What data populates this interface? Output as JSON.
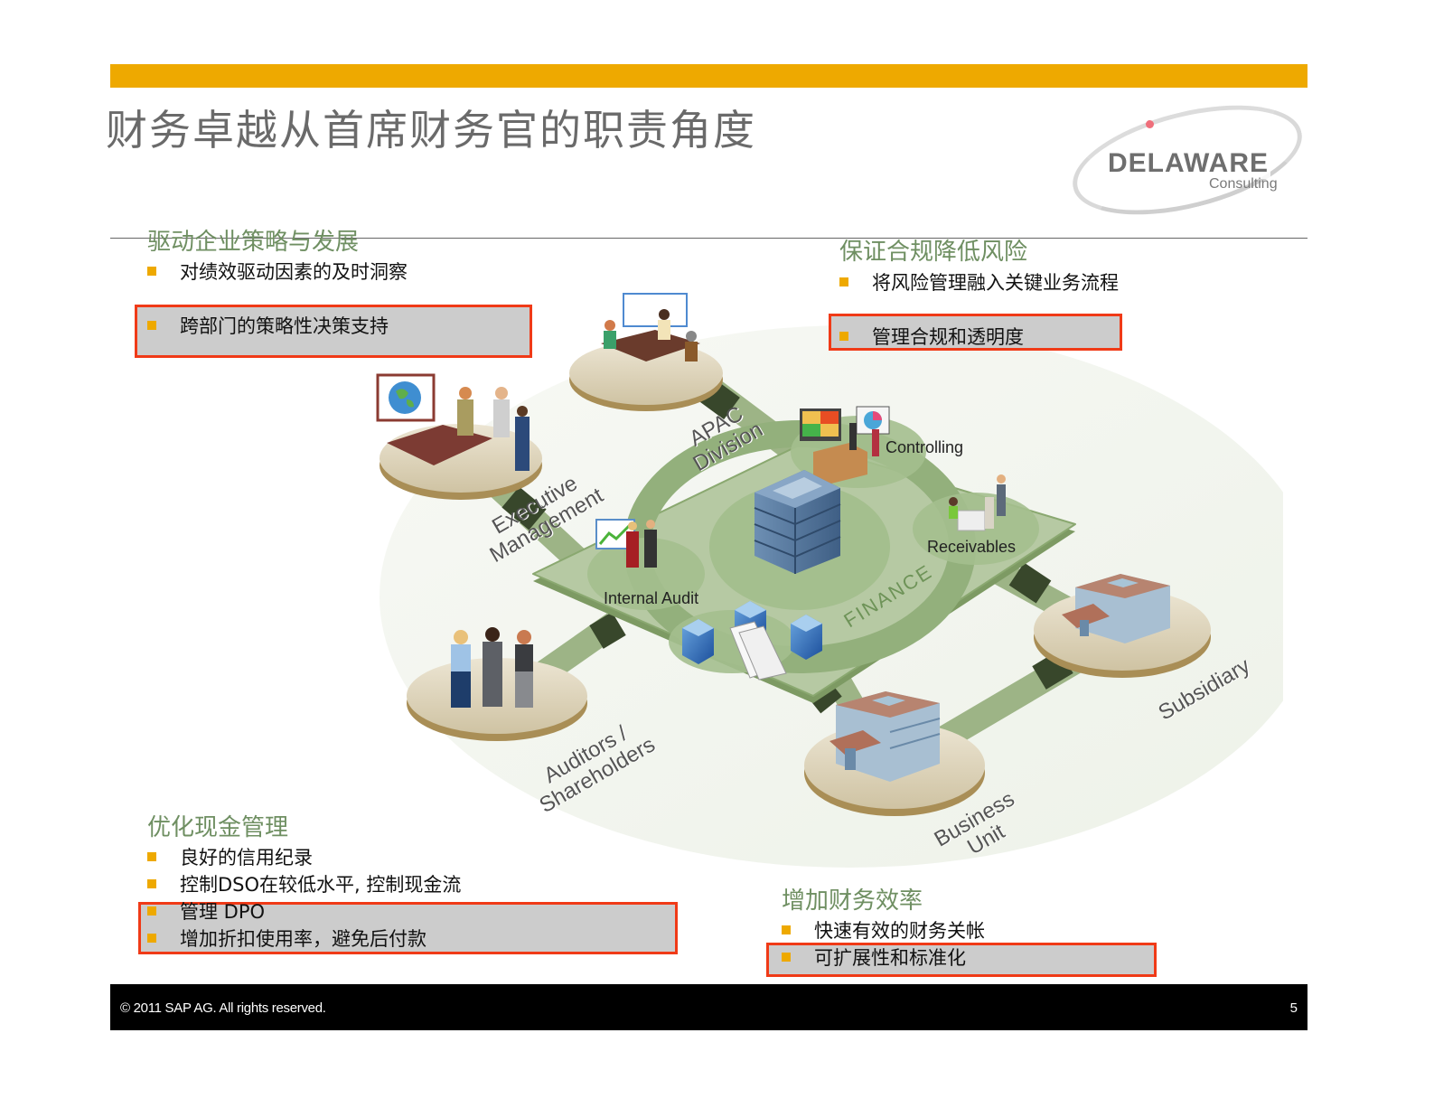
{
  "header": {
    "title": "财务卓越从首席财务官的职责角度",
    "accent_bar_color": "#EEA900",
    "logo": {
      "name": "DELAWARE",
      "subtitle": "Consulting"
    }
  },
  "sections": {
    "strategy": {
      "title": "驱动企业策略与发展",
      "items": [
        {
          "text": "对绩效驱动因素的及时洞察",
          "highlighted": false
        },
        {
          "text": "跨部门的策略性决策支持",
          "highlighted": true
        }
      ]
    },
    "compliance": {
      "title": "保证合规降低风险",
      "items": [
        {
          "text": "将风险管理融入关键业务流程",
          "highlighted": false
        },
        {
          "text": "管理合规和透明度",
          "highlighted": true
        }
      ]
    },
    "cash": {
      "title": "优化现金管理",
      "items": [
        {
          "text": "良好的信用纪录",
          "highlighted": false
        },
        {
          "text": "控制DSO在较低水平, 控制现金流",
          "highlighted": false
        },
        {
          "text": "管理 DPO",
          "highlighted": true
        },
        {
          "text": "增加折扣使用率，避免后付款",
          "highlighted": true
        }
      ]
    },
    "efficiency": {
      "title": "增加财务效率",
      "items": [
        {
          "text": "快速有效的财务关帐",
          "highlighted": false
        },
        {
          "text": "可扩展性和标准化",
          "highlighted": true
        }
      ]
    }
  },
  "diagram": {
    "center_label": "FINANCE",
    "platform_nodes": [
      "Controlling",
      "Receivables",
      "Internal Audit"
    ],
    "satellites": [
      {
        "label": "APAC\nDivision",
        "icon": "meeting-table-icon"
      },
      {
        "label": "Executive\nManagement",
        "icon": "presentation-globe-icon"
      },
      {
        "label": "Auditors /\nShareholders",
        "icon": "business-people-icon"
      },
      {
        "label": "Business\nUnit",
        "icon": "building-icon"
      },
      {
        "label": "Subsidiary",
        "icon": "building-icon"
      }
    ],
    "colors": {
      "platform": "#a9bf96",
      "platform_edge": "#7d9a63",
      "ring": "#8fae78",
      "disc": "#d8cdb2",
      "connector": "#3c4a2c"
    }
  },
  "footer": {
    "copyright": "© 2011 SAP AG. All rights reserved.",
    "page_number": "5"
  },
  "highlight_color": "#f03a17"
}
